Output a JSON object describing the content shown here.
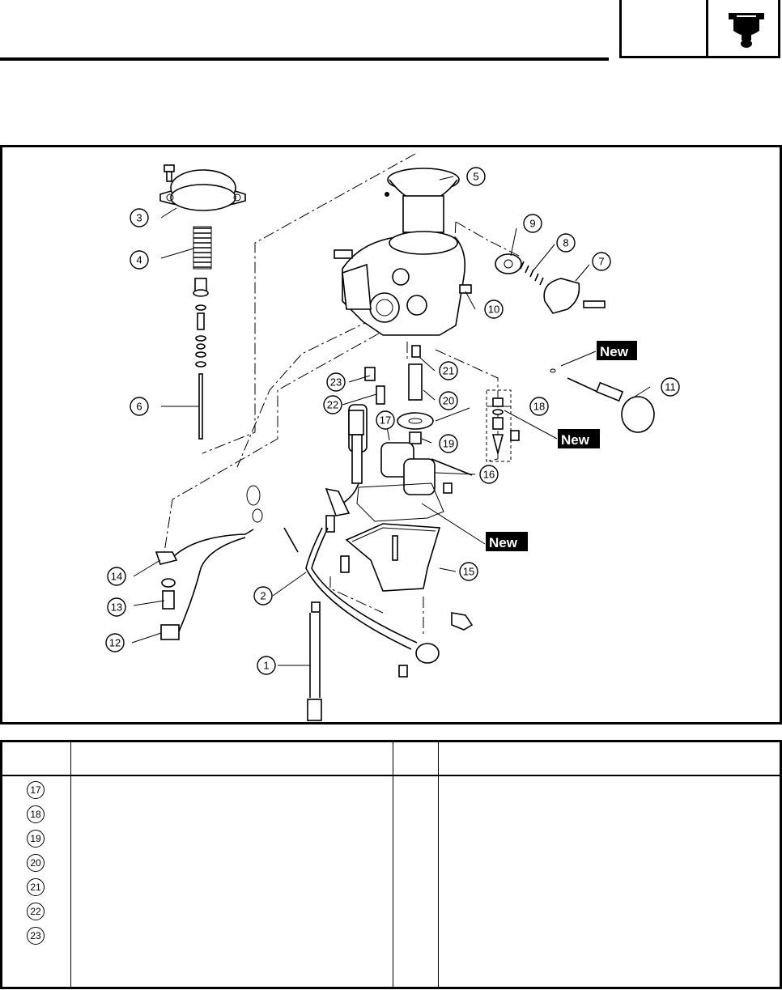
{
  "header": {
    "tab_icon": "carburetor-icon"
  },
  "diagram": {
    "callouts": [
      "1",
      "2",
      "3",
      "4",
      "5",
      "6",
      "7",
      "8",
      "9",
      "10",
      "11",
      "12",
      "13",
      "14",
      "15",
      "16",
      "17",
      "18",
      "19",
      "20",
      "21",
      "22",
      "23"
    ],
    "new_labels": [
      "New",
      "New",
      "New"
    ]
  },
  "parts_table": {
    "rows": [
      {
        "num": "17"
      },
      {
        "num": "18"
      },
      {
        "num": "19"
      },
      {
        "num": "20"
      },
      {
        "num": "21"
      },
      {
        "num": "22"
      },
      {
        "num": "23"
      }
    ]
  }
}
